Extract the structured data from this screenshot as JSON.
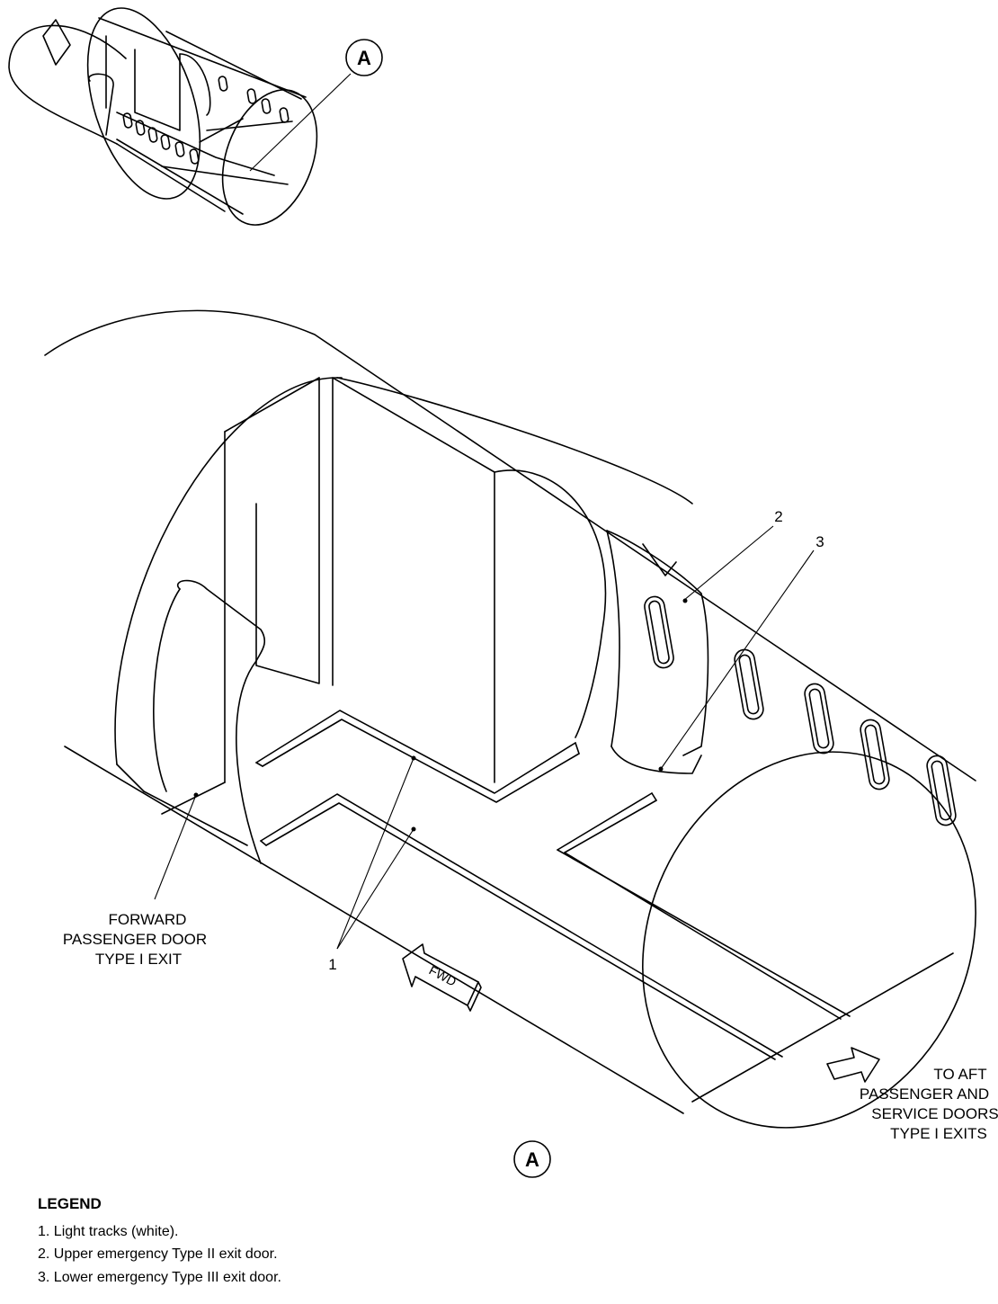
{
  "detail_ref": "A",
  "detail_ref_bottom": "A",
  "callouts": {
    "light_tracks": "1",
    "upper_exit": "2",
    "lower_exit": "3"
  },
  "labels": {
    "forward_door": [
      "FORWARD",
      "PASSENGER DOOR",
      "TYPE I EXIT"
    ],
    "aft_doors": [
      "TO AFT",
      "PASSENGER AND",
      "SERVICE DOORS",
      "TYPE I EXITS"
    ],
    "fwd_arrow": "FWD"
  },
  "legend": {
    "title": "LEGEND",
    "items": [
      "1. Light tracks (white).",
      "2. Upper emergency Type II exit door.",
      "3. Lower emergency Type III exit door."
    ]
  }
}
